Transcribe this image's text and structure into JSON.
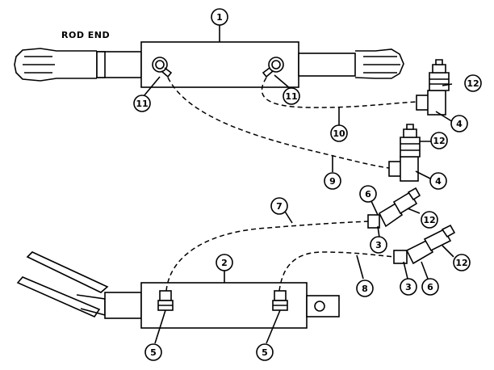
{
  "diagram": {
    "rod_end_label": "ROD END",
    "callouts": {
      "c1": "1",
      "c2": "2",
      "c3a": "3",
      "c3b": "3",
      "c4a": "4",
      "c4b": "4",
      "c5a": "5",
      "c5b": "5",
      "c6a": "6",
      "c6b": "6",
      "c7": "7",
      "c8": "8",
      "c9": "9",
      "c10": "10",
      "c11a": "11",
      "c11b": "11",
      "c12a": "12",
      "c12b": "12",
      "c12c": "12",
      "c12d": "12"
    }
  }
}
